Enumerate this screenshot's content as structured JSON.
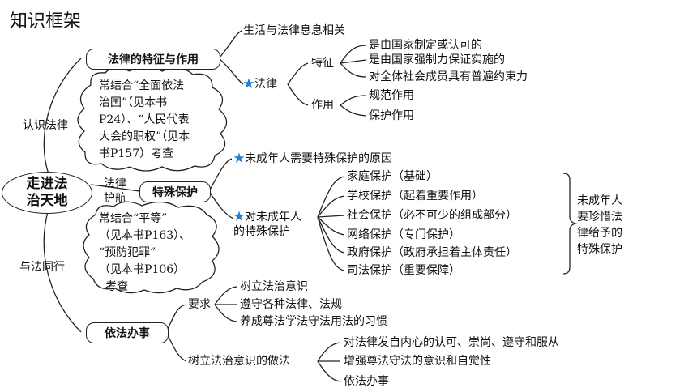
{
  "page_title": "知识框架",
  "root": {
    "line1": "走进法",
    "line2": "治天地"
  },
  "branches": {
    "b1_label": "认识法律",
    "b2_label_line1": "法律",
    "b2_label_line2": "护航",
    "b3_label": "与法同行"
  },
  "sec1": {
    "box": "法律的特征与作用",
    "item_life": "生活与法律息息相关",
    "law": "法律",
    "feature": "特征",
    "features": [
      "是由国家制定或认可的",
      "是由国家强制力保证实施的",
      "对全体社会成员具有普遍约束力"
    ],
    "role": "作用",
    "roles": [
      "规范作用",
      "保护作用"
    ],
    "cloud_lines": [
      "常结合“全面依法",
      "治国”（见本书",
      "P24）、“人民代表",
      "大会的职权”（见本",
      "书P157）考查"
    ]
  },
  "sec2": {
    "box": "特殊保护",
    "reason": "未成年人需要特殊保护的原因",
    "protect_line1": "对未成年人",
    "protect_line2": "的特殊保护",
    "protections": [
      "家庭保护（基础）",
      "学校保护（起着重要作用）",
      "社会保护（必不可少的组成部分）",
      "网络保护（专门保护）",
      "政府保护（政府承担着主体责任）",
      "司法保护（重要保障）"
    ],
    "summary_lines": [
      "未成年人",
      "要珍惜法",
      "律给予的",
      "特殊保护"
    ],
    "cloud_lines": [
      "常结合“平等”",
      "（见本书P163）、",
      "“预防犯罪”",
      "（见本书P106）",
      "考查"
    ]
  },
  "sec3": {
    "box": "依法办事",
    "req": "要求",
    "reqs": [
      "树立法治意识",
      "遵守各种法律、法规",
      "养成尊法学法守法用法的习惯"
    ],
    "method": "树立法治意识的做法",
    "methods": [
      "对法律发自内心的认可、崇尚、遵守和服从",
      "增强尊法守法的意识和自觉性",
      "依法办事"
    ]
  },
  "star_symbol": "★"
}
